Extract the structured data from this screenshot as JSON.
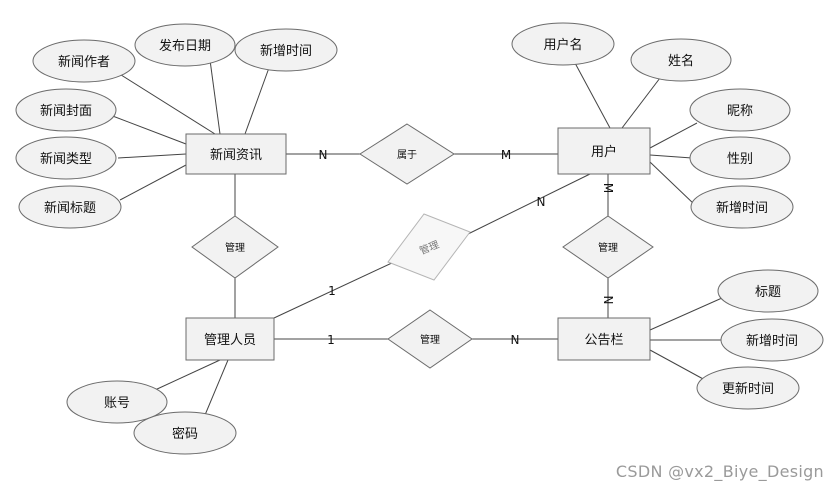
{
  "entities": {
    "news": "新闻资讯",
    "user": "用户",
    "admin": "管理人员",
    "notice": "公告栏"
  },
  "relationships": {
    "belongs": "属于",
    "manage_news": "管理",
    "manage_user": "管理",
    "manage_notice": "管理",
    "user_notice": "管理"
  },
  "attributes": {
    "news": [
      "新闻作者",
      "发布日期",
      "新增时间",
      "新闻封面",
      "新闻类型",
      "新闻标题"
    ],
    "user": [
      "用户名",
      "姓名",
      "昵称",
      "性别",
      "新增时间"
    ],
    "admin": [
      "账号",
      "密码"
    ],
    "notice": [
      "标题",
      "新增时间",
      "更新时间"
    ]
  },
  "cardinalities": {
    "news_belongs": "N",
    "belongs_user": "M",
    "admin_manage_user": "1",
    "manage_user_user": "N",
    "admin_manage_notice": "1",
    "manage_notice_notice": "N",
    "user_side": "M",
    "notice_side": "N"
  },
  "watermark": "CSDN @vx2_Biye_Design"
}
